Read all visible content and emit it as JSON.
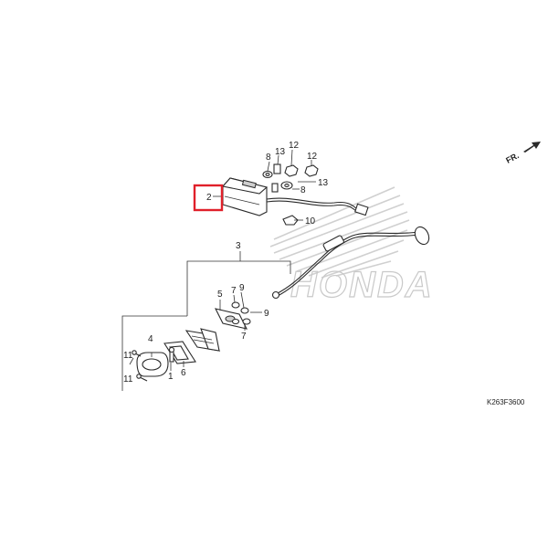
{
  "diagram": {
    "labels": {
      "p1": "1",
      "p2": "2",
      "p3": "3",
      "p4": "4",
      "p5": "5",
      "p6": "6",
      "p7a": "7",
      "p7b": "7",
      "p8a": "8",
      "p8b": "8",
      "p9a": "9",
      "p9b": "9",
      "p10": "10",
      "p11a": "11",
      "p11b": "11",
      "p12a": "12",
      "p12b": "12",
      "p13a": "13",
      "p13b": "13"
    },
    "direction": "FR.",
    "watermark": "HONDA",
    "diagram_code": "K263F3600",
    "highlight_color": "#e0202a"
  }
}
